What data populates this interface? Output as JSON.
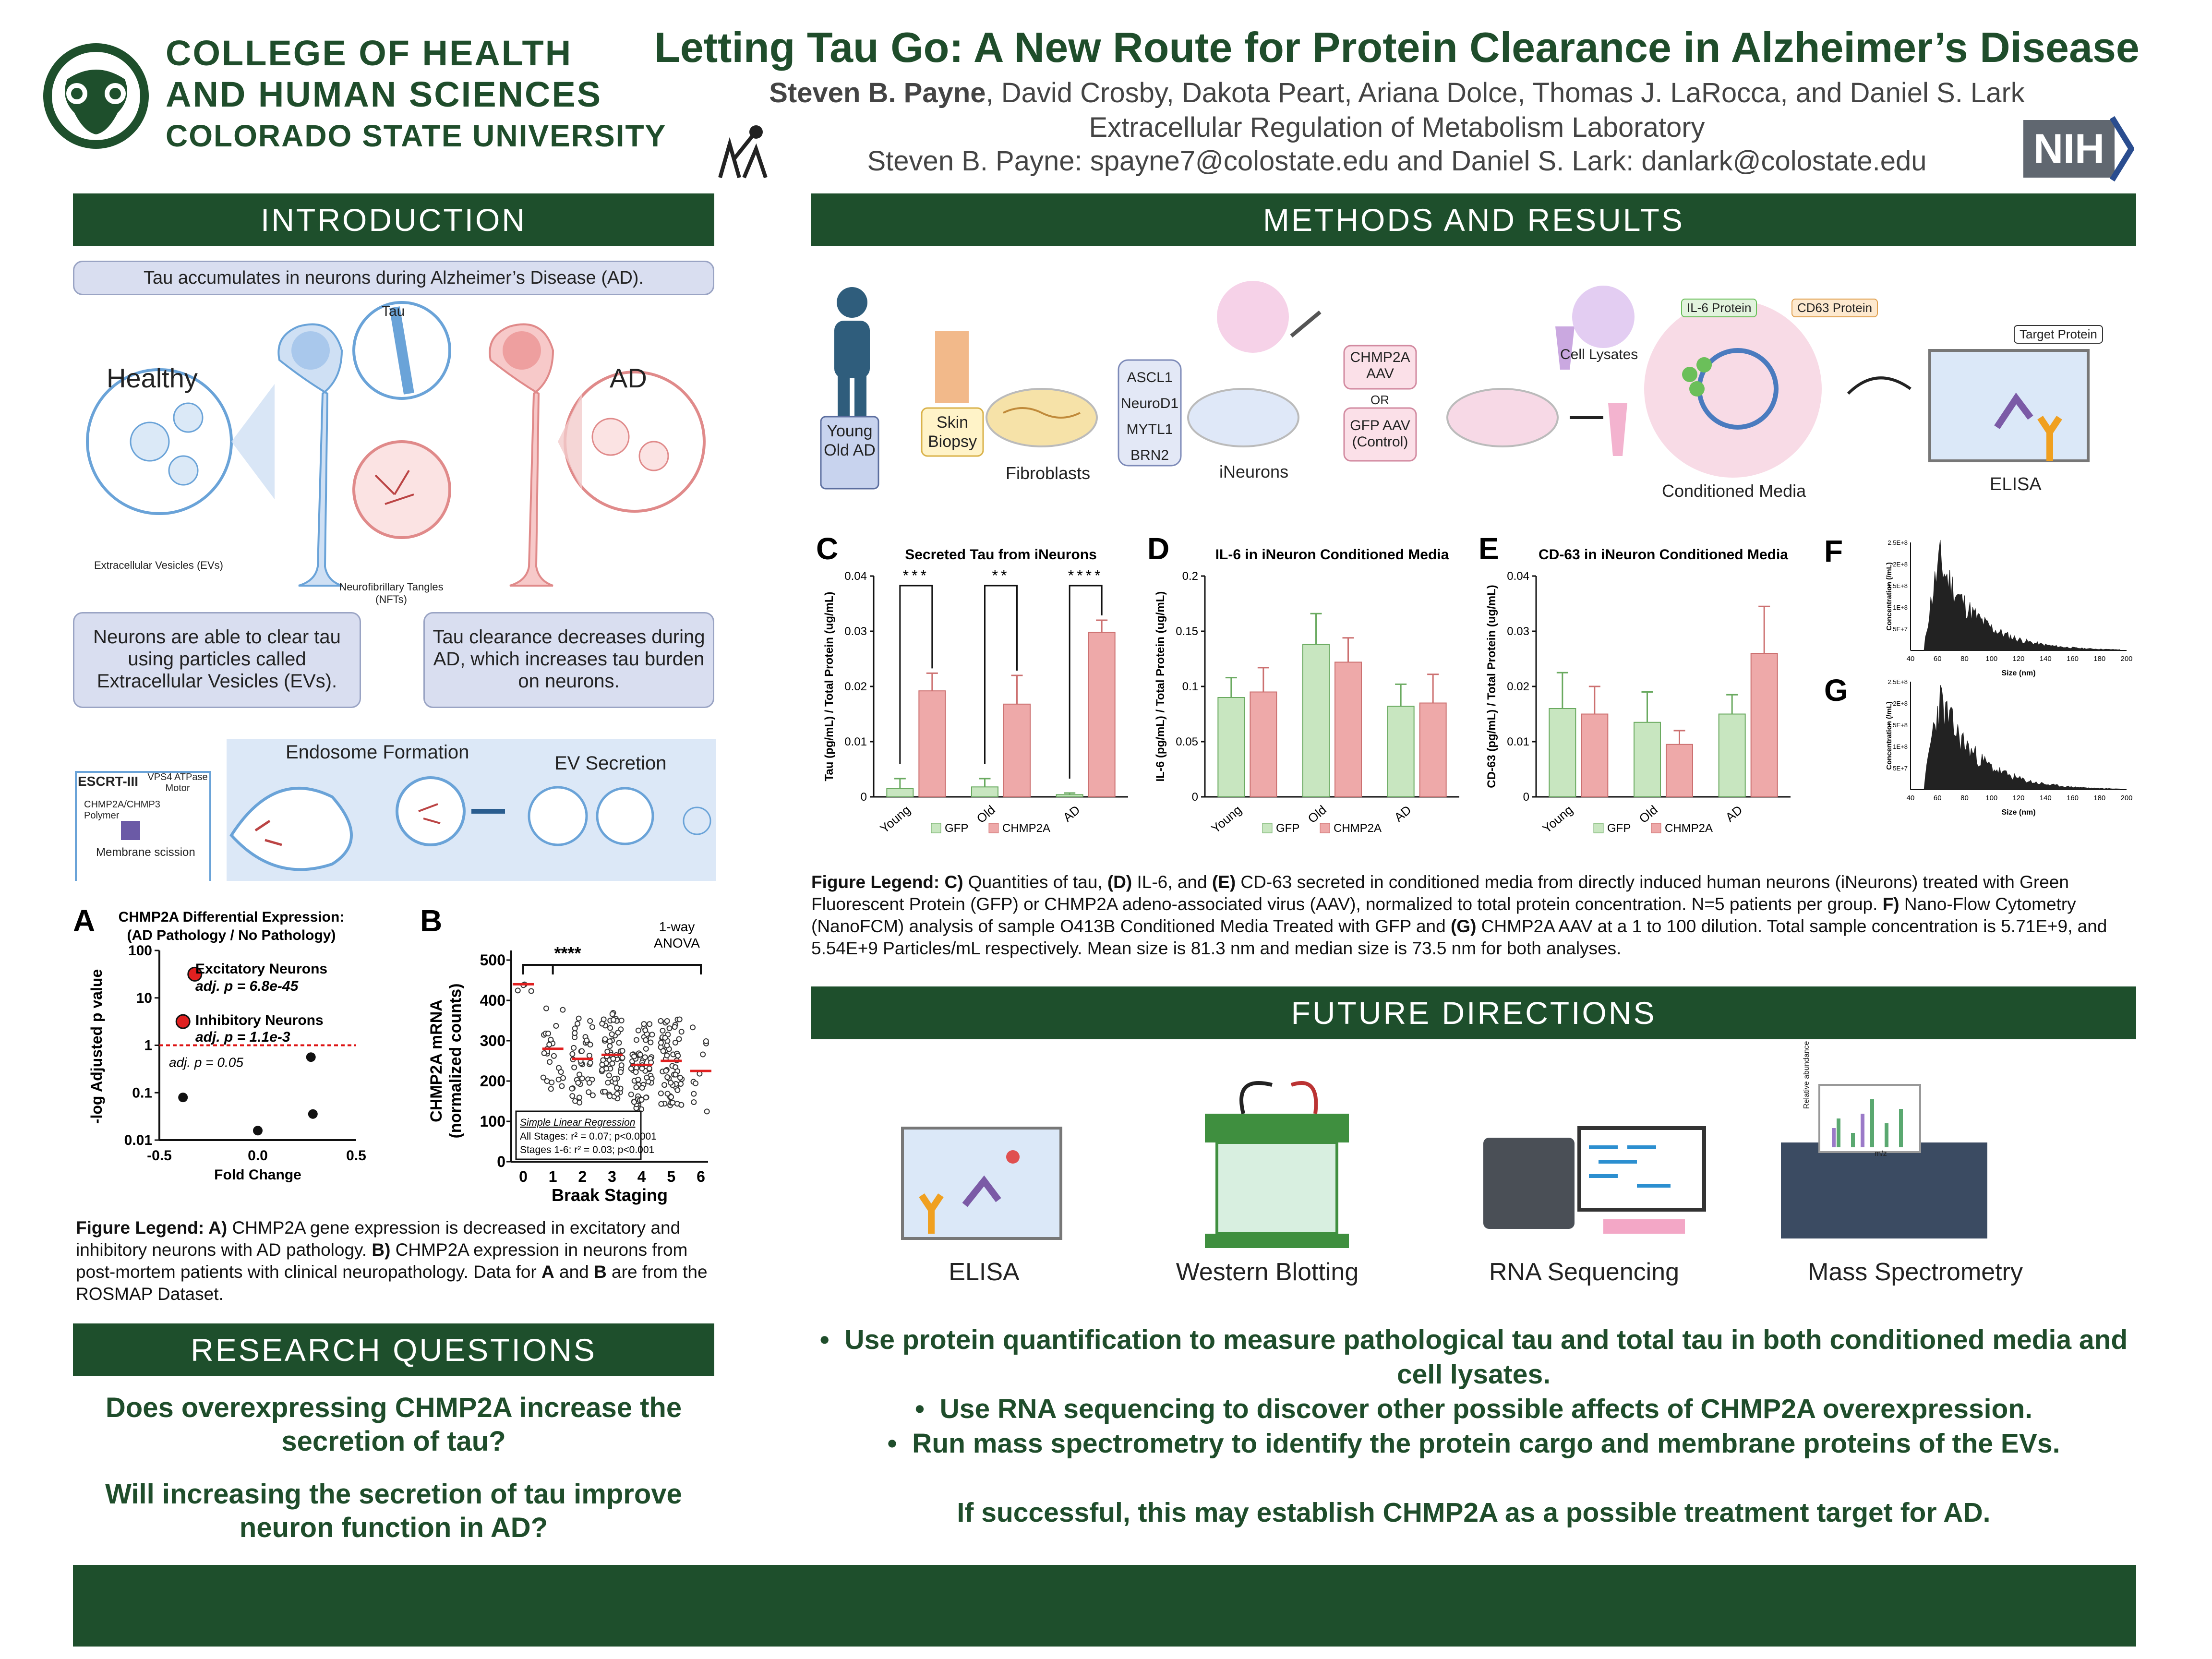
{
  "header": {
    "college_line1": "COLLEGE OF HEALTH",
    "college_line2": "AND HUMAN SCIENCES",
    "university": "COLORADO STATE UNIVERSITY",
    "title": "Letting Tau Go: A New Route for Protein Clearance in Alzheimer’s Disease",
    "lead_author": "Steven B. Payne",
    "coauthors": ", David Crosby, Dakota Peart, Ariana Dolce, Thomas J. LaRocca, and Daniel S. Lark",
    "lab": "Extracellular Regulation of Metabolism Laboratory",
    "contact": "Steven B. Payne: spayne7@colostate.edu and Daniel S. Lark: danlark@colostate.edu",
    "nih": "NIH"
  },
  "intro": {
    "heading": "INTRODUCTION",
    "pill_top": "Tau accumulates in neurons during Alzheimer’s Disease (AD).",
    "label_healthy": "Healthy",
    "label_ad": "AD",
    "label_tau": "Tau",
    "label_evs": "Extracellular Vesicles (EVs)",
    "label_nft": "Neurofibrillary Tangles (NFTs)",
    "pill_left": "Neurons are able to clear tau using particles called Extracellular Vesicles (EVs).",
    "pill_right": "Tau clearance decreases during AD, which increases tau burden on neurons.",
    "escrt": "ESCRT-III",
    "vps4": "VPS4 ATPase Motor",
    "chmp_poly": "CHMP2A/CHMP3 Polymer",
    "scission": "Membrane scission",
    "endosome": "Endosome Formation",
    "ev_secretion": "EV Secretion"
  },
  "chartA": {
    "letter": "A",
    "title1": "CHMP2A Differential Expression:",
    "title2": "(AD Pathology / No Pathology)",
    "ylabel": "-log Adjusted p value",
    "xlabel": "Fold Change",
    "exc_label": "Excitatory Neurons",
    "exc_p": "adj. p = 6.8e-45",
    "inh_label": "Inhibitory Neurons",
    "inh_p": "adj. p = 1.1e-3",
    "thr_label": "adj. p = 0.05"
  },
  "chartB": {
    "letter": "B",
    "ylabel1": "CHMP2A mRNA",
    "ylabel2": "(normalized counts)",
    "xlabel": "Braak Staging",
    "sig": "****",
    "anova1": "1-way",
    "anova2": "ANOVA",
    "reg_title": "Simple Linear Regression",
    "reg_all": "All Stages: r² = 0.07; p<0.0001",
    "reg_16": "Stages 1-6: r² = 0.03; p<0.001"
  },
  "legendAB": {
    "bold1": "Figure Legend: A)",
    "text1": " CHMP2A gene expression is decreased in excitatory and inhibitory neurons with AD pathology. ",
    "bold2": "B)",
    "text2": " CHMP2A expression in neurons from post-mortem patients with clinical neuropathology. Data for ",
    "bold3": "A",
    "text3": " and ",
    "bold4": "B",
    "text4": " are from the ROSMAP Dataset."
  },
  "research": {
    "heading": "RESEARCH QUESTIONS",
    "q1": "Does overexpressing CHMP2A increase the secretion of tau?",
    "q2": "Will increasing the secretion of tau improve neuron function in AD?"
  },
  "methods": {
    "heading": "METHODS AND RESULTS",
    "groups": "Young Old AD",
    "biopsy": "Skin Biopsy",
    "fibroblasts": "Fibroblasts",
    "factors": [
      "ASCL1",
      "NeuroD1",
      "MYTL1",
      "BRN2"
    ],
    "ineurons": "iNeurons",
    "aav1": "CHMP2A AAV",
    "or": "OR",
    "aav2": "GFP AAV (Control)",
    "cell_lysates": "Cell Lysates",
    "il6_protein": "IL-6 Protein",
    "cd63_protein": "CD63 Protein",
    "conditioned_media": "Conditioned Media",
    "target_protein": "Target Protein",
    "elisa": "ELISA"
  },
  "chart_data": [
    {
      "id": "C",
      "type": "bar",
      "title": "Secreted Tau from iNeurons",
      "ylabel": "Tau (pg/mL) / Total Protein (ug/mL)",
      "categories": [
        "Young",
        "Old",
        "AD"
      ],
      "ylim": [
        0,
        0.04
      ],
      "ticks": [
        "0",
        "0.01",
        "0.02",
        "0.03",
        "0.04"
      ],
      "series": [
        {
          "name": "GFP",
          "values": [
            0.0015,
            0.0018,
            0.0004
          ],
          "err": [
            0.0018,
            0.0015,
            0.0003
          ]
        },
        {
          "name": "CHMP2A",
          "values": [
            0.0192,
            0.0168,
            0.0298
          ],
          "err": [
            0.0032,
            0.0052,
            0.0022
          ]
        }
      ],
      "sig": [
        "***",
        "**",
        "****"
      ]
    },
    {
      "id": "D",
      "type": "bar",
      "title": "IL-6 in iNeuron Conditioned Media",
      "ylabel": "IL-6 (pg/mL) / Total Protein (ug/mL)",
      "categories": [
        "Young",
        "Old",
        "AD"
      ],
      "ylim": [
        0,
        0.2
      ],
      "ticks": [
        "0",
        "0.05",
        "0.1",
        "0.15",
        "0.2"
      ],
      "series": [
        {
          "name": "GFP",
          "values": [
            0.09,
            0.138,
            0.082
          ],
          "err": [
            0.018,
            0.028,
            0.02
          ]
        },
        {
          "name": "CHMP2A",
          "values": [
            0.095,
            0.122,
            0.085
          ],
          "err": [
            0.022,
            0.022,
            0.026
          ]
        }
      ]
    },
    {
      "id": "E",
      "type": "bar",
      "title": "CD-63 in iNeuron Conditioned Media",
      "ylabel": "CD-63 (pg/mL) / Total Protein (ug/mL)",
      "categories": [
        "Young",
        "Old",
        "AD"
      ],
      "ylim": [
        0,
        0.04
      ],
      "ticks": [
        "0",
        "0.01",
        "0.02",
        "0.03",
        "0.04"
      ],
      "series": [
        {
          "name": "GFP",
          "values": [
            0.016,
            0.0135,
            0.015
          ],
          "err": [
            0.0065,
            0.0055,
            0.0035
          ]
        },
        {
          "name": "CHMP2A",
          "values": [
            0.015,
            0.0095,
            0.026
          ],
          "err": [
            0.005,
            0.0025,
            0.0085
          ]
        }
      ]
    },
    {
      "id": "F",
      "type": "area",
      "ylabel": "Concentration (/mL)",
      "xlabel": "Size (nm)",
      "xticks": [
        "40",
        "60",
        "80",
        "100",
        "120",
        "140",
        "160",
        "180",
        "200"
      ],
      "yticks": [
        "5E+7",
        "1E+8",
        "1.5E+8",
        "2E+8",
        "2.5E+8"
      ]
    },
    {
      "id": "G",
      "type": "area",
      "ylabel": "Concentration (/mL)",
      "xlabel": "Size (nm)",
      "xticks": [
        "40",
        "60",
        "80",
        "100",
        "120",
        "140",
        "160",
        "180",
        "200"
      ],
      "yticks": [
        "5E+7",
        "1E+8",
        "1.5E+8",
        "2E+8",
        "2.5E+8"
      ]
    }
  ],
  "legendCG": {
    "b1": "Figure Legend: C)",
    "t1": " Quantities of tau, ",
    "b2": "(D)",
    "t2": " IL-6, and ",
    "b3": "(E)",
    "t3": " CD-63 secreted in conditioned media from directly induced human neurons (iNeurons) treated with Green Fluorescent Protein (GFP) or CHMP2A adeno-associated virus (AAV), normalized to total protein concentration. N=5 patients per group. ",
    "b4": "F)",
    "t4": " Nano-Flow Cytometry (NanoFCM) analysis of sample O413B Conditioned Media Treated with GFP and ",
    "b5": "(G)",
    "t5": " CHMP2A AAV at a 1 to 100 dilution. Total sample concentration is 5.71E+9, and 5.54E+9 Particles/mL respectively. Mean size is 81.3 nm and median size is 73.5 nm for both analyses."
  },
  "future": {
    "heading": "FUTURE DIRECTIONS",
    "icons": [
      "ELISA",
      "Western Blotting",
      "RNA Sequencing",
      "Mass Spectrometry"
    ],
    "b1": "Use protein quantification to measure pathological tau and total tau in both conditioned media and cell lysates.",
    "b2": "Use RNA sequencing to discover other possible affects of CHMP2A overexpression.",
    "b3": "Run mass spectrometry to identify the protein cargo and membrane proteins of the EVs.",
    "closing": "If successful, this may establish CHMP2A as a possible treatment target for AD.",
    "ms_x": "m/z",
    "ms_y": "Relative abundance"
  },
  "colors": {
    "brand_green": "#1e4f2c",
    "gfp": "#c8e6c0",
    "chmp2a": "#eea9a9",
    "pill": "#d9def0"
  }
}
